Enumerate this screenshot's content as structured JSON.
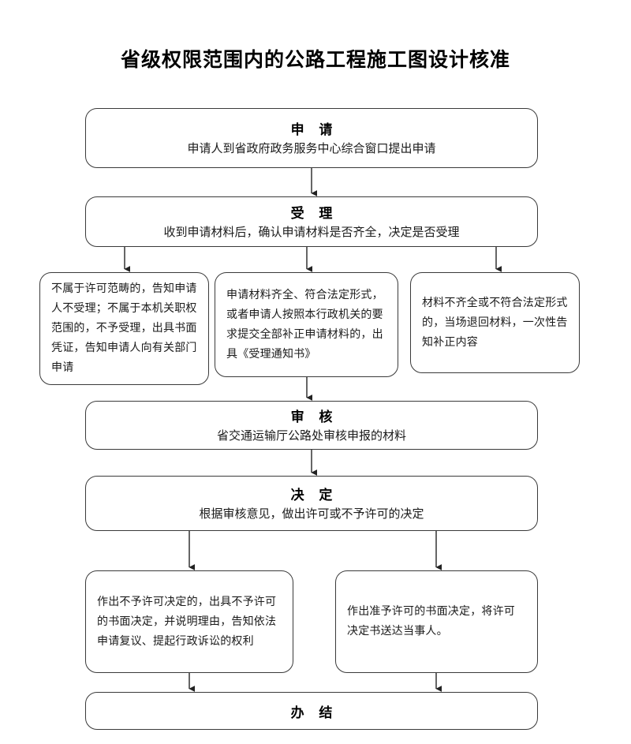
{
  "document": {
    "title": "省级权限范围内的公路工程施工图设计核准"
  },
  "nodes": {
    "apply": {
      "heading": "申 请",
      "body": "申请人到省政府政务服务中心综合窗口提出申请"
    },
    "accept": {
      "heading": "受 理",
      "body": "收到申请材料后，确认申请材料是否齐全，决定是否受理"
    },
    "branch_not_in_scope": {
      "body": "不属于许可范畴的，告知申请人不受理；不属于本机关职权范围的，不予受理，出具书面凭证，告知申请人向有关部门申请"
    },
    "branch_materials_complete": {
      "body": "申请材料齐全、符合法定形式，或者申请人按照本行政机关的要求提交全部补正申请材料的，出具《受理通知书》"
    },
    "branch_materials_incomplete": {
      "body": "材料不齐全或不符合法定形式的，当场退回材料，一次性告知补正内容"
    },
    "review": {
      "heading": "审 核",
      "body": "省交通运输厅公路处审核申报的材料"
    },
    "decision": {
      "heading": "决 定",
      "body": "根据审核意见，做出许可或不予许可的决定"
    },
    "outcome_denied": {
      "body": "作出不予许可决定的，出具不予许可的书面决定，并说明理由，告知依法申请复议、提起行政诉讼的权利"
    },
    "outcome_granted": {
      "body": "作出准予许可的书面决定，将许可决定书送达当事人。"
    },
    "finish": {
      "heading": "办 结"
    }
  },
  "colors": {
    "box_border": "#3a3a3a",
    "connector": "#333333",
    "text": "#1a1a1a",
    "background": "#ffffff"
  }
}
